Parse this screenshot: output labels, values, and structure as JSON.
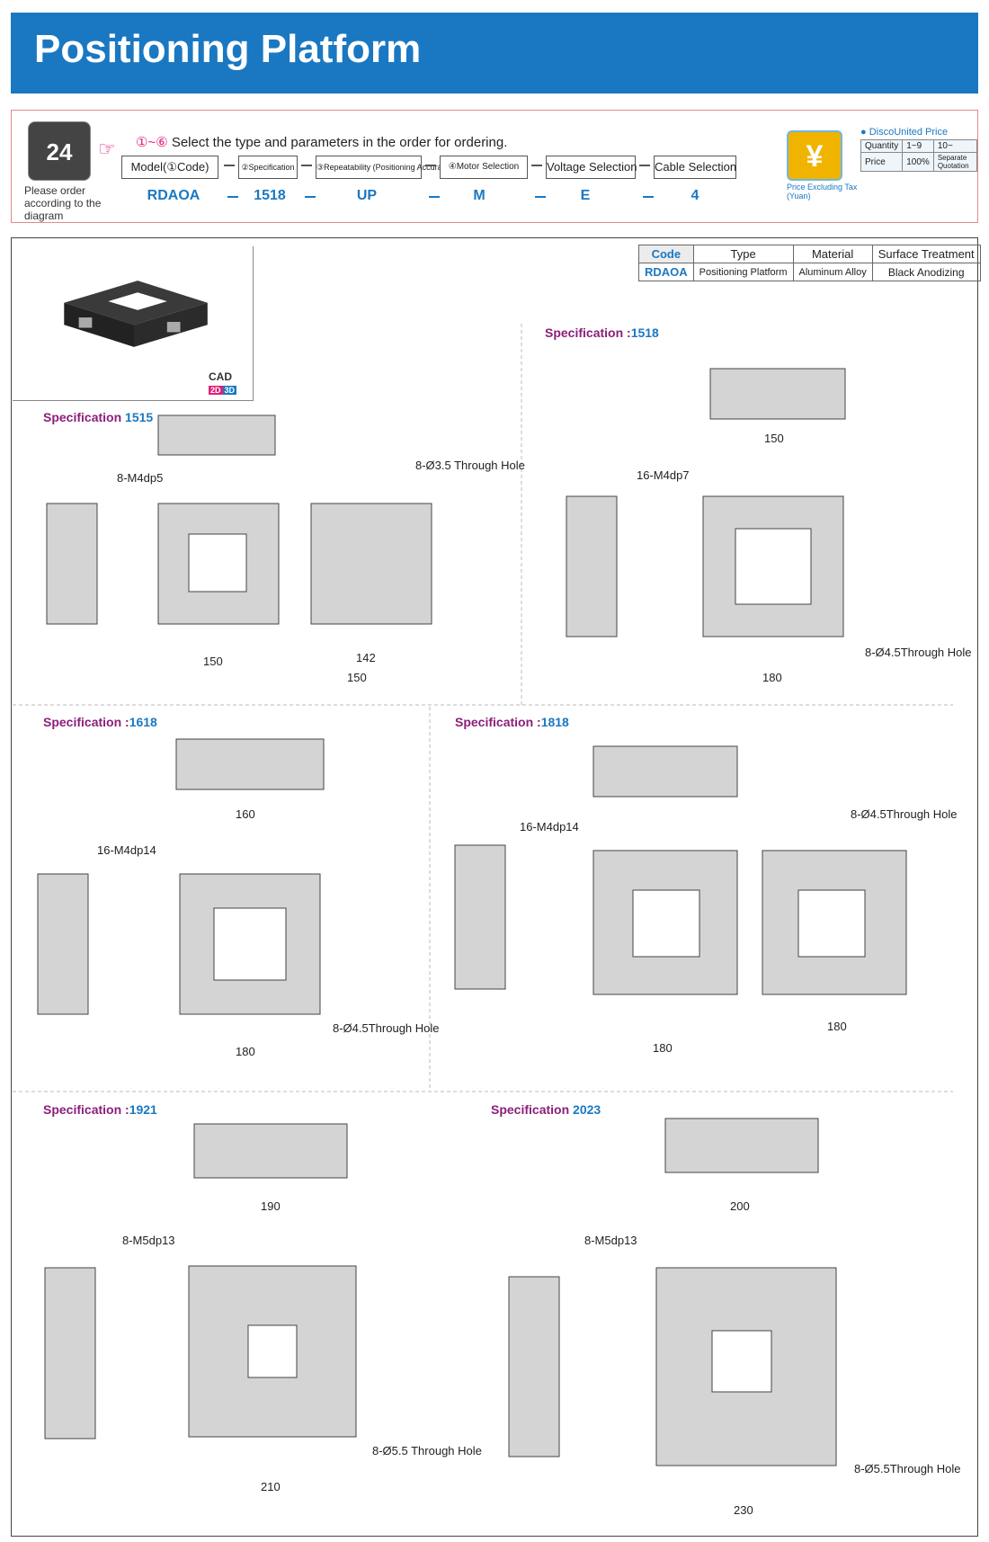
{
  "title": "Positioning Platform",
  "order": {
    "phone_label": "24",
    "please": "Please order according to the diagram",
    "instruction_range": "①~⑥",
    "instruction": "Select the type and parameters in the order for ordering.",
    "boxes": [
      "Model(①Code)",
      "②Specification",
      "③Repeatability (Positioning Accuracy)",
      "④Motor Selection",
      "Voltage Selection",
      "Cable Selection"
    ],
    "values": [
      "RDAOA",
      "1518",
      "UP",
      "M",
      "E",
      "4"
    ],
    "yen_caption": "Price Excluding Tax (Yuan)",
    "price_title": "DiscoUnited Price",
    "price_rows": [
      [
        "Quantity",
        "1~9",
        "10~"
      ],
      [
        "Price",
        "100%",
        "Separate Quotation"
      ]
    ]
  },
  "spec_table": {
    "headers": [
      "Code",
      "Type",
      "Material",
      "Surface Treatment"
    ],
    "row": [
      "RDAOA",
      "Positioning Platform",
      "Aluminum Alloy",
      "Black Anodizing"
    ]
  },
  "cad": "CAD",
  "cad_2d": "2D",
  "cad_3d": "3D",
  "sections": [
    {
      "label": "Specification ",
      "code": "1515"
    },
    {
      "label": "Specification :",
      "code": "1518"
    },
    {
      "label": "Specification :",
      "code": "1618"
    },
    {
      "label": "Specification :",
      "code": "1818"
    },
    {
      "label": "Specification :",
      "code": "1921"
    },
    {
      "label": "Specification ",
      "code": "2023"
    }
  ]
}
